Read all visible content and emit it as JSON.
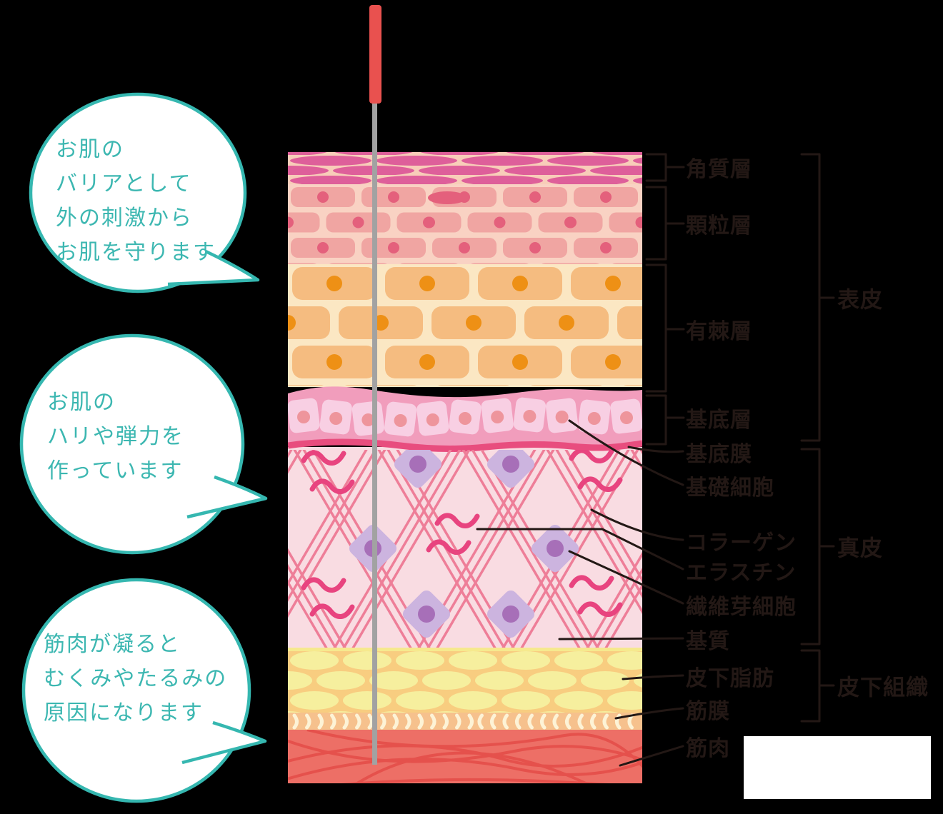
{
  "bubbles": [
    {
      "lines": [
        "お肌の",
        "バリアとして",
        "外の刺激から",
        "お肌を守ります"
      ]
    },
    {
      "lines": [
        "お肌の",
        "ハリや弾力を",
        "作っています"
      ]
    },
    {
      "lines": [
        "筋肉が凝ると",
        "むくみやたるみの",
        "原因になります"
      ]
    }
  ],
  "labels": {
    "layers": [
      {
        "text": "角質層"
      },
      {
        "text": "顆粒層"
      },
      {
        "text": "有棘層"
      },
      {
        "text": "基底層"
      },
      {
        "text": "基底膜"
      },
      {
        "text": "基礎細胞"
      },
      {
        "text": "コラーゲン"
      },
      {
        "text": "エラスチン"
      },
      {
        "text": "繊維芽細胞"
      },
      {
        "text": "基質"
      },
      {
        "text": "皮下脂肪"
      },
      {
        "text": "筋膜"
      },
      {
        "text": "筋肉"
      }
    ],
    "groups": [
      {
        "text": "表皮"
      },
      {
        "text": "真皮"
      },
      {
        "text": "皮下組織"
      }
    ]
  },
  "colors": {
    "bg": "#000000",
    "ink": "#231815",
    "teal": "#35b7b0",
    "teal-text": "#3cb7b1",
    "needle-red": "#e9514f",
    "needle-gray": "#a2a2a2",
    "corneum-bg": "#f8cdb9",
    "corneum-cell": "#de5f9a",
    "granular-bg": "#f9d2c3",
    "granular-cell": "#f0a5a2",
    "granular-dot": "#e4607c",
    "spinous-bg": "#fbe7c3",
    "spinous-cell": "#f5bc80",
    "spinous-dot": "#ee9015",
    "basal-band": "#f19dbc",
    "basal-cell": "#f8cfe3",
    "basal-dot": "#ee959c",
    "membrane": "#e84d7e",
    "dermis-bg": "#f9dce2",
    "collagen-line": "#ee7e98",
    "elastin": "#e8447f",
    "fibro-fill": "#ccb4df",
    "fibro-dot": "#a76fb8",
    "fat-bg": "#f8cd80",
    "fat-cell": "#f6ef9e",
    "fat-seam": "#f6e98e",
    "fascia-bg": "#f6c18d",
    "fascia-mark": "#fdf3d6",
    "muscle-bg": "#ed6f66",
    "muscle-line": "#e5514c"
  }
}
